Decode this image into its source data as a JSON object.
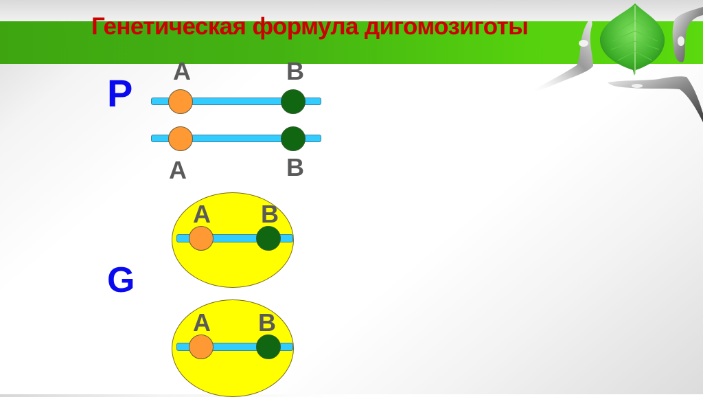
{
  "slide": {
    "title": "Генетическая формула дигомозиготы",
    "colors": {
      "title": "#cc0000",
      "banner_left": "#3ea511",
      "banner_right": "#5ad90e",
      "generation_letters": "#0a0af0",
      "gene_labels": "#5a5a5a",
      "chromosome": "#33ccff",
      "allele_a": "#ff9933",
      "allele_b": "#116611",
      "gamete": "#ffff00"
    },
    "decoration": "hands-holding-leaf-icon"
  },
  "parents": {
    "letter": "P",
    "chromosome_1": {
      "label_a": "A",
      "label_b": "B"
    },
    "chromosome_2": {
      "label_a": "A",
      "label_b": "B"
    }
  },
  "gametes": {
    "letter": "G",
    "gamete_1": {
      "label_a": "A",
      "label_b": "B"
    },
    "gamete_2": {
      "label_a": "A",
      "label_b": "B"
    }
  }
}
